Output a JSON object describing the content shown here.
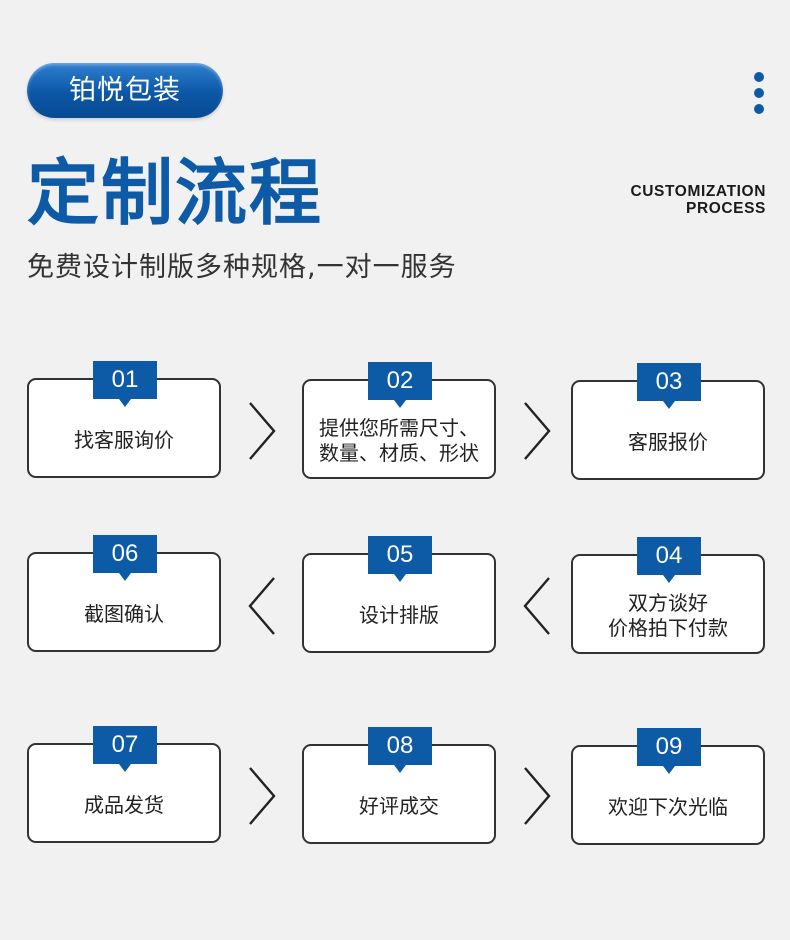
{
  "brand": {
    "label": "铂悦包装"
  },
  "header": {
    "title": "定制流程",
    "title_en_line1": "CUSTOMIZATION",
    "title_en_line2": "PROCESS",
    "subtitle": "免费设计制版多种规格,一对一服务"
  },
  "colors": {
    "accent": "#0d5aa7",
    "background": "#f1f1f1",
    "border": "#333333"
  },
  "icons": {
    "menu": "more-vertical-icon",
    "next": "chevron-right-icon",
    "prev": "chevron-left-icon"
  },
  "steps": [
    {
      "num": "01",
      "text": "找客服询价"
    },
    {
      "num": "02",
      "text": "提供您所需尺寸、\n数量、材质、形状"
    },
    {
      "num": "03",
      "text": "客服报价"
    },
    {
      "num": "04",
      "text": "双方谈好\n价格拍下付款"
    },
    {
      "num": "05",
      "text": "设计排版"
    },
    {
      "num": "06",
      "text": "截图确认"
    },
    {
      "num": "07",
      "text": "成品发货"
    },
    {
      "num": "08",
      "text": "好评成交"
    },
    {
      "num": "09",
      "text": "欢迎下次光临"
    }
  ]
}
